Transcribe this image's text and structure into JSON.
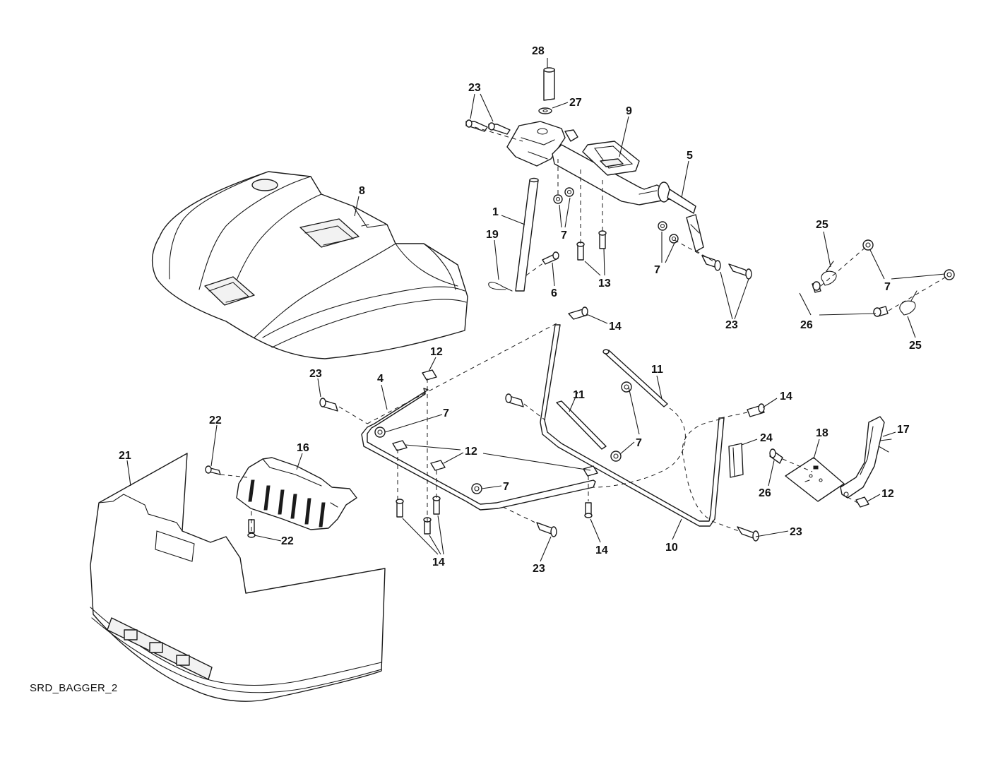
{
  "diagram_id": "SRD_BAGGER_2",
  "callouts": [
    "28",
    "27",
    "23",
    "9",
    "8",
    "5",
    "1",
    "19",
    "7",
    "6",
    "13",
    "7",
    "23",
    "25",
    "7",
    "26",
    "25",
    "14",
    "12",
    "23",
    "4",
    "7",
    "11",
    "11",
    "14",
    "22",
    "16",
    "21",
    "12",
    "7",
    "7",
    "24",
    "18",
    "17",
    "22",
    "14",
    "23",
    "14",
    "10",
    "23",
    "26",
    "12"
  ]
}
